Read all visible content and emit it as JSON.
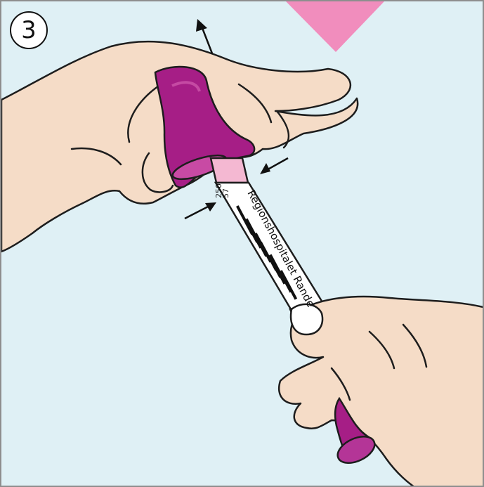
{
  "step": {
    "number": "3"
  },
  "label": {
    "text": "Regionshospitalet Rande",
    "codes": [
      "250",
      "57"
    ]
  },
  "icons": {
    "top_arrow": "downward-pink-arrow-icon",
    "pull_arrow": "pull-up-arrow-icon",
    "squeeze_arrows": "squeeze-arrows-icon"
  },
  "colors": {
    "background": "#dff0f5",
    "border": "#8e8e8e",
    "accent_pink": "#f18dbd",
    "magenta": "#a61e86",
    "skin": "#f5dcc7",
    "tube_pink": "#f4b8d2"
  }
}
